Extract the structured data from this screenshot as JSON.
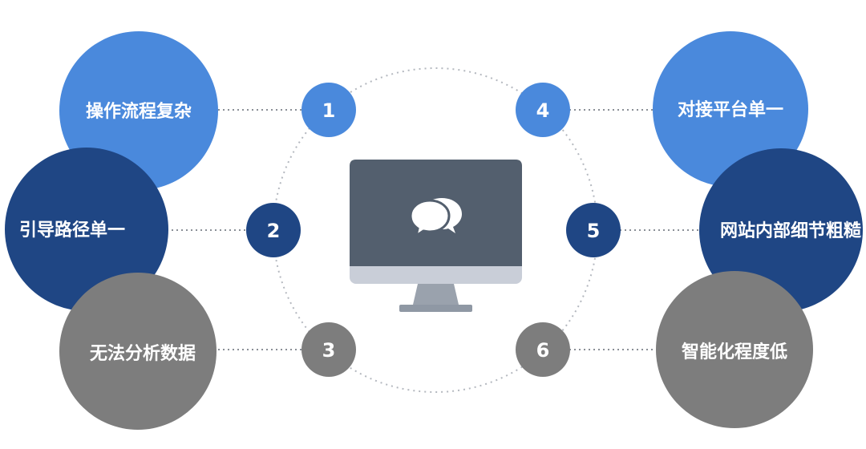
{
  "colors": {
    "light_blue": "#4a89dc",
    "dark_blue": "#1f4684",
    "gray": "#7d7d7d",
    "dotted": "#b4b8bf",
    "monitor_screen": "#535f6e",
    "monitor_bezel": "#c9ced8",
    "monitor_stand": "#9aa2ad"
  },
  "icons": {
    "center": "chat-bubbles-icon",
    "device": "monitor-icon"
  },
  "items": [
    {
      "number": "1",
      "label": "操作流程复杂",
      "color": "light_blue"
    },
    {
      "number": "2",
      "label": "引导路径单一",
      "color": "dark_blue"
    },
    {
      "number": "3",
      "label": "无法分析数据",
      "color": "gray"
    },
    {
      "number": "4",
      "label": "对接平台单一",
      "color": "light_blue"
    },
    {
      "number": "5",
      "label": "网站内部细节粗糙",
      "color": "dark_blue"
    },
    {
      "number": "6",
      "label": "智能化程度低",
      "color": "gray"
    }
  ]
}
